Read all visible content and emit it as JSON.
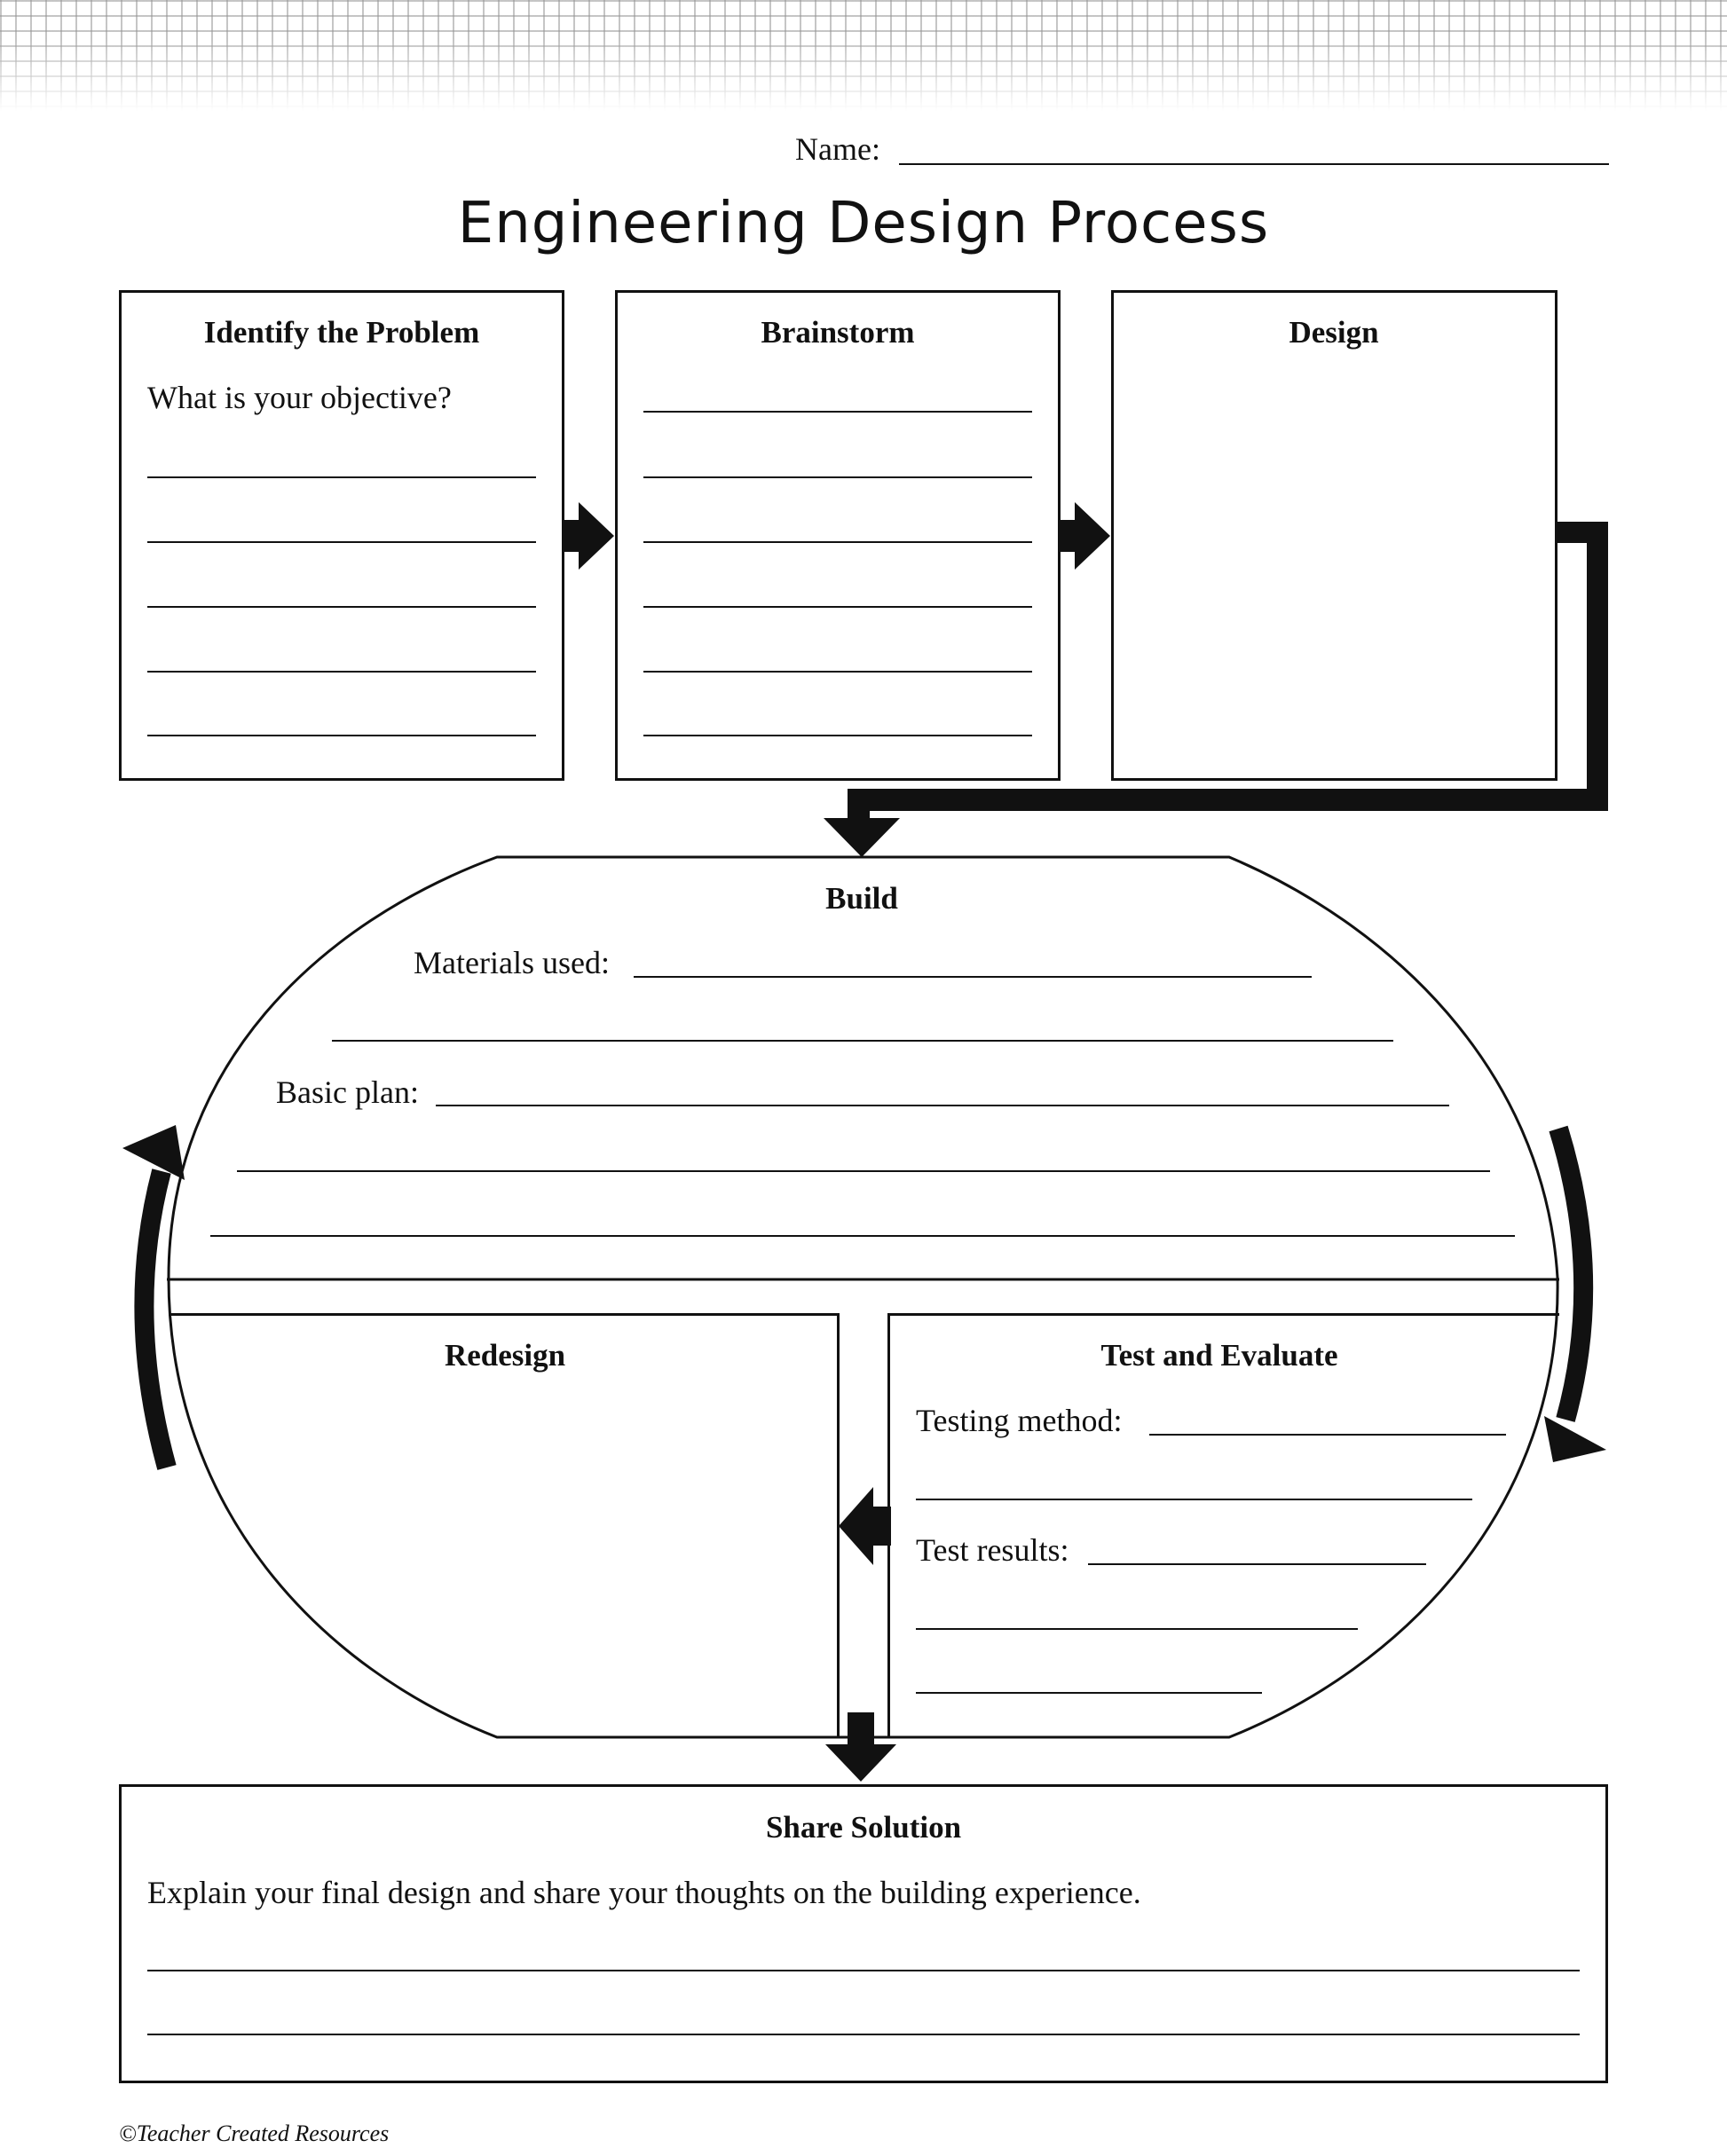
{
  "header": {
    "name_label": "Name:",
    "title": "Engineering Design Process"
  },
  "steps": {
    "identify": {
      "heading": "Identify the Problem",
      "prompt": "What is your objective?"
    },
    "brainstorm": {
      "heading": "Brainstorm"
    },
    "design": {
      "heading": "Design"
    },
    "build": {
      "heading": "Build",
      "materials_label": "Materials used:",
      "plan_label": "Basic plan:"
    },
    "redesign": {
      "heading": "Redesign"
    },
    "test": {
      "heading": "Test and Evaluate",
      "method_label": "Testing method:",
      "results_label": "Test results:"
    },
    "share": {
      "heading": "Share Solution",
      "prompt": "Explain your final design and share your thoughts on the building experience."
    }
  },
  "footer": {
    "credit": "©Teacher Created Resources"
  },
  "colors": {
    "ink": "#111111",
    "paper": "#ffffff",
    "grid": "#969696"
  },
  "icons": {
    "right_arrow": "arrow-right-icon",
    "left_arrow": "arrow-left-icon",
    "down_arrow": "arrow-down-icon",
    "cycle_up": "curved-arrow-up-icon",
    "cycle_down": "curved-arrow-down-icon"
  }
}
